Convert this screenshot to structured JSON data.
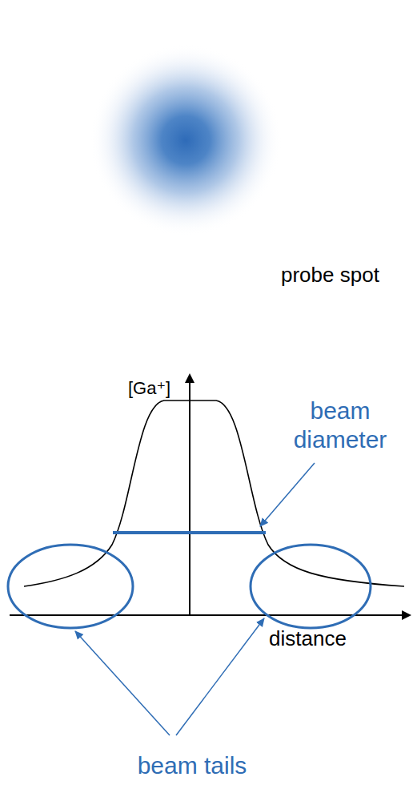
{
  "diagram": {
    "labels": [
      "probe spot",
      "[Ga⁺]",
      "beam diameter",
      "distance",
      "beam tails"
    ]
  }
}
